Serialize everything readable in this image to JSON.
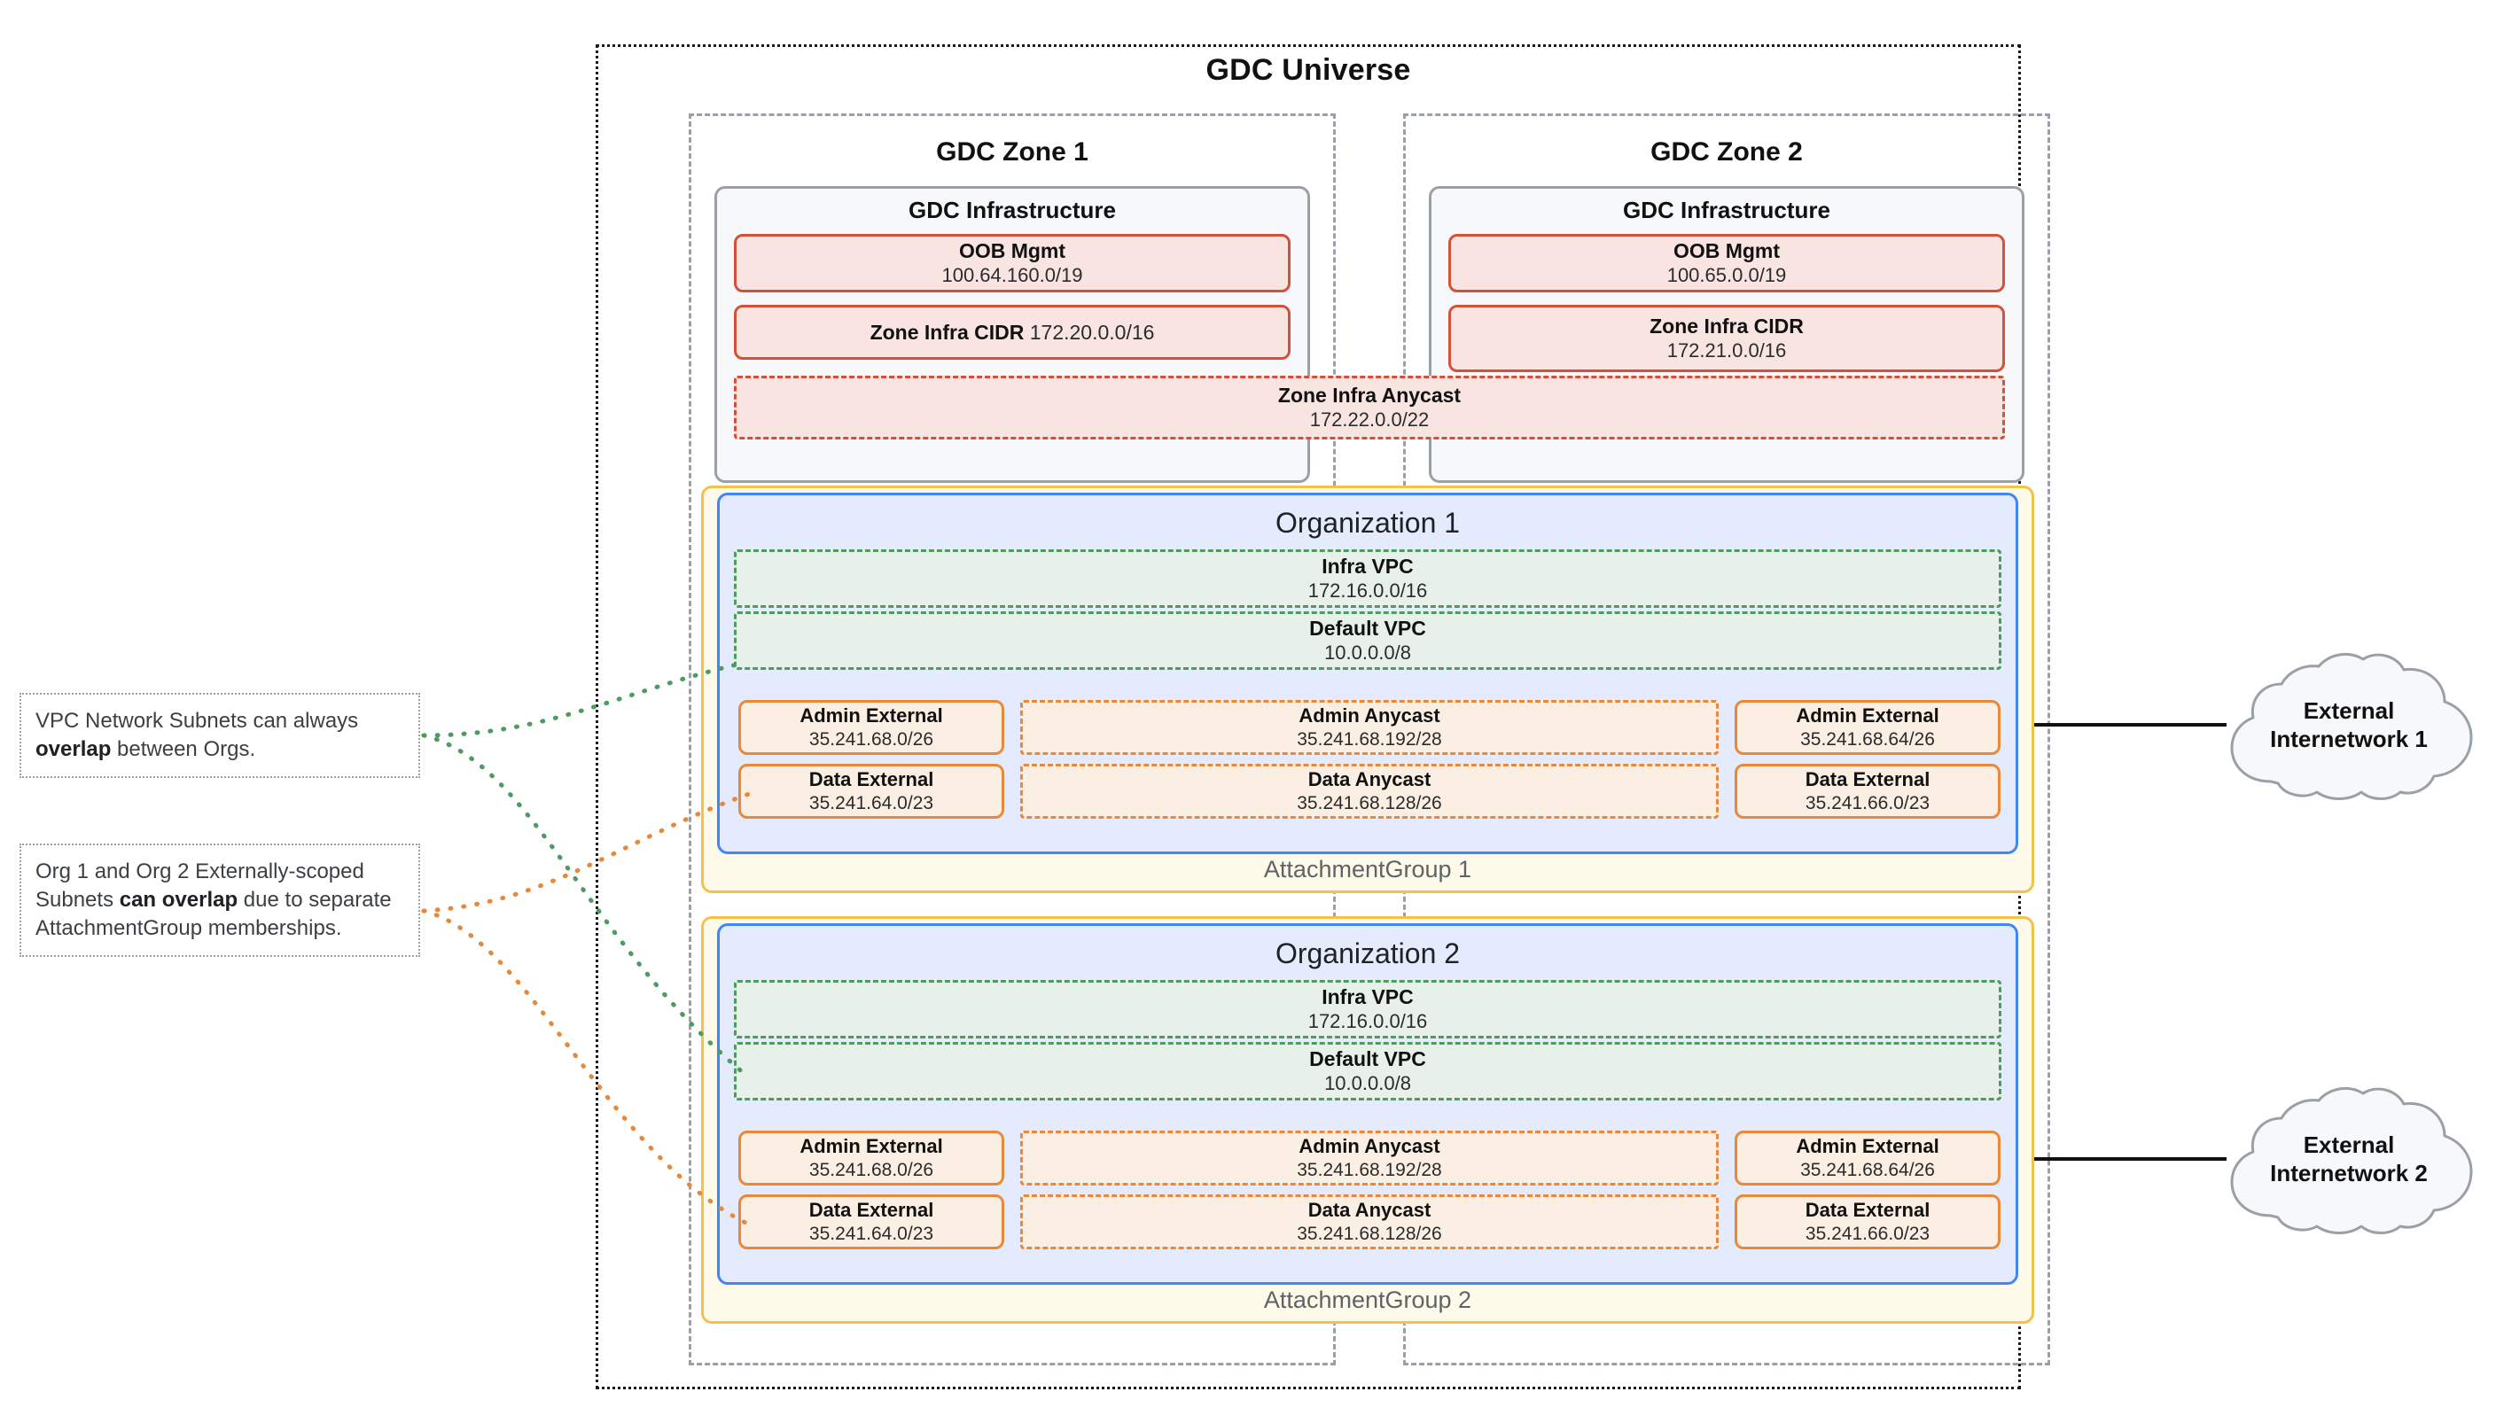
{
  "universe": {
    "title": "GDC Universe"
  },
  "zones": [
    {
      "title": "GDC Zone 1",
      "infra_title": "GDC Infrastructure",
      "oob": {
        "name": "OOB Mgmt",
        "cidr": "100.64.160.0/19"
      },
      "zone_infra_cidr": {
        "name": "Zone Infra CIDR",
        "cidr": "172.20.0.0/16",
        "inline": true
      }
    },
    {
      "title": "GDC Zone 2",
      "infra_title": "GDC Infrastructure",
      "oob": {
        "name": "OOB Mgmt",
        "cidr": "100.65.0.0/19"
      },
      "zone_infra_cidr": {
        "name": "Zone Infra CIDR",
        "cidr": "172.21.0.0/16",
        "inline": false
      }
    }
  ],
  "zone_infra_anycast": {
    "name": "Zone Infra Anycast",
    "cidr": "172.22.0.0/22"
  },
  "orgs": [
    {
      "title": "Organization 1",
      "attachment_group": "AttachmentGroup 1",
      "vpcs": [
        {
          "name": "Infra VPC",
          "cidr": "172.16.0.0/16"
        },
        {
          "name": "Default VPC",
          "cidr": "10.0.0.0/8"
        }
      ],
      "subnets": {
        "admin_external_left": {
          "name": "Admin External",
          "cidr": "35.241.68.0/26"
        },
        "admin_anycast": {
          "name": "Admin Anycast",
          "cidr": "35.241.68.192/28"
        },
        "admin_external_right": {
          "name": "Admin External",
          "cidr": "35.241.68.64/26"
        },
        "data_external_left": {
          "name": "Data External",
          "cidr": "35.241.64.0/23"
        },
        "data_anycast": {
          "name": "Data Anycast",
          "cidr": "35.241.68.128/26"
        },
        "data_external_right": {
          "name": "Data External",
          "cidr": "35.241.66.0/23"
        }
      }
    },
    {
      "title": "Organization 2",
      "attachment_group": "AttachmentGroup 2",
      "vpcs": [
        {
          "name": "Infra VPC",
          "cidr": "172.16.0.0/16"
        },
        {
          "name": "Default VPC",
          "cidr": "10.0.0.0/8"
        }
      ],
      "subnets": {
        "admin_external_left": {
          "name": "Admin External",
          "cidr": "35.241.68.0/26"
        },
        "admin_anycast": {
          "name": "Admin Anycast",
          "cidr": "35.241.68.192/28"
        },
        "admin_external_right": {
          "name": "Admin External",
          "cidr": "35.241.68.64/26"
        },
        "data_external_left": {
          "name": "Data External",
          "cidr": "35.241.64.0/23"
        },
        "data_anycast": {
          "name": "Data Anycast",
          "cidr": "35.241.68.128/26"
        },
        "data_external_right": {
          "name": "Data External",
          "cidr": "35.241.66.0/23"
        }
      }
    }
  ],
  "external_networks": [
    {
      "line1": "External",
      "line2": "Internetwork 1"
    },
    {
      "line1": "External",
      "line2": "Internetwork 2"
    }
  ],
  "notes": [
    {
      "parts": [
        {
          "text": "VPC Network Subnets can always ",
          "bold": false
        },
        {
          "text": "overlap",
          "bold": true
        },
        {
          "text": " between Orgs.",
          "bold": false
        }
      ]
    },
    {
      "parts": [
        {
          "text": "Org 1 and Org 2 Externally-scoped Subnets ",
          "bold": false
        },
        {
          "text": "can overlap",
          "bold": true
        },
        {
          "text": " due to separate AttachmentGroup memberships.",
          "bold": false
        }
      ]
    }
  ],
  "colors": {
    "universe_border": "#1b1b1b",
    "zone_border": "#9aa0a6",
    "infra_fill": "#f6f8fa",
    "cidr_red_border": "#d4503a",
    "cidr_red_fill": "#f8e5e1",
    "org_border": "#4285f4",
    "org_fill": "#e3ebfd",
    "attachment_border": "#f2c24a",
    "attachment_fill": "#fdfaea",
    "vpc_green_border": "#4e9a5f",
    "vpc_green_fill": "#e7f0e9",
    "subnet_orange_border": "#e8883a",
    "subnet_orange_fill": "#fbeee2",
    "cloud_border": "#9aa0a6",
    "cloud_fill": "#f6f8fa",
    "note_border": "#9aa0a6"
  }
}
